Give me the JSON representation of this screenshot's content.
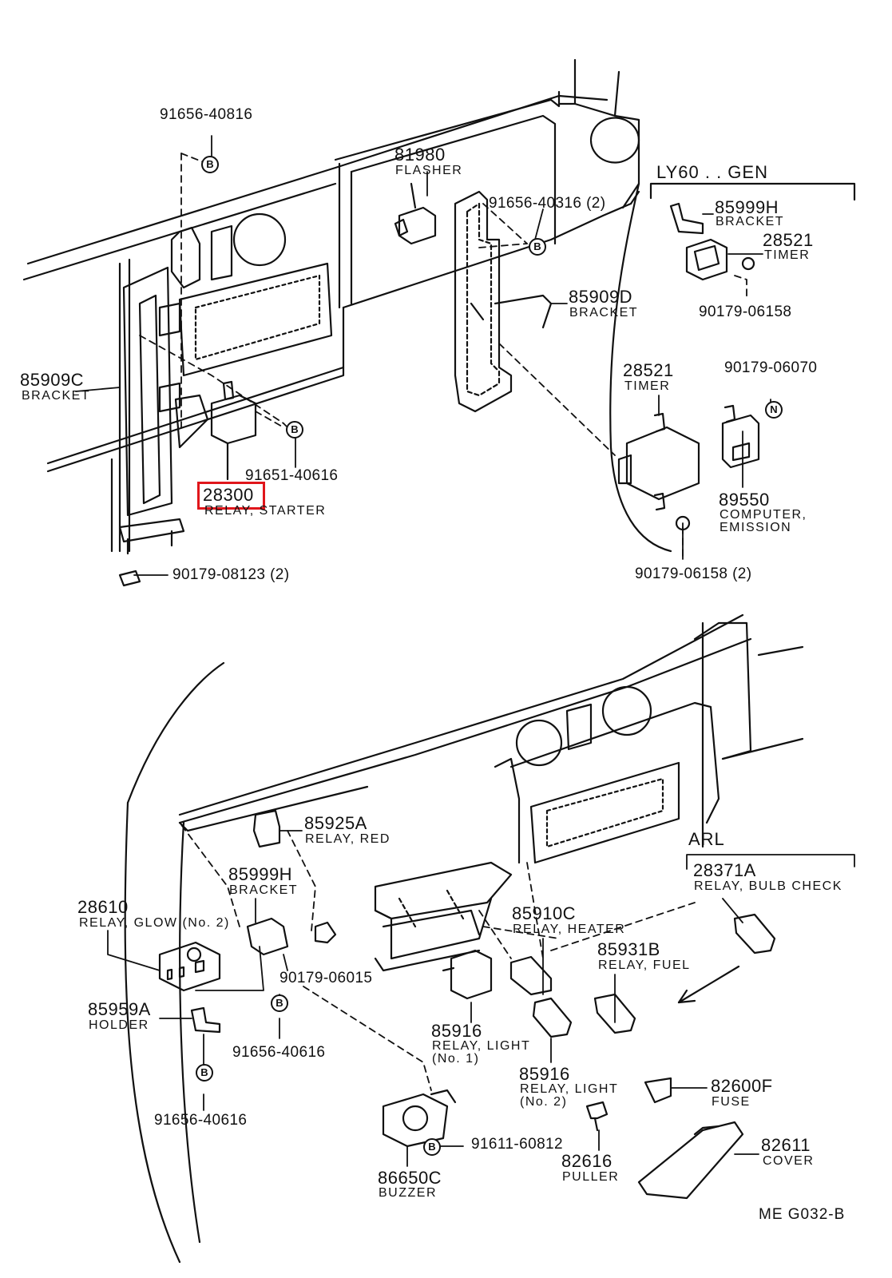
{
  "diagram": {
    "code": "ME  G032-B",
    "sections": {
      "ly60": "LY60 . . GEN",
      "arl": "ARL"
    },
    "circle_letters": {
      "b": "B",
      "n": "N"
    },
    "highlight_color": "#e0161b",
    "parts": [
      {
        "id": "p91656_40816",
        "number": "91656-40816",
        "name": ""
      },
      {
        "id": "p81980",
        "number": "81980",
        "name": "FLASHER"
      },
      {
        "id": "p91656_40316",
        "number": "91656-40316 (2)",
        "name": ""
      },
      {
        "id": "p85999h_a",
        "number": "85999H",
        "name": "BRACKET"
      },
      {
        "id": "p28521_a",
        "number": "28521",
        "name": "TIMER"
      },
      {
        "id": "p90179_06158_a",
        "number": "90179-06158",
        "name": ""
      },
      {
        "id": "p85909d",
        "number": "85909D",
        "name": "BRACKET"
      },
      {
        "id": "p85909c",
        "number": "85909C",
        "name": "BRACKET"
      },
      {
        "id": "p28521_b",
        "number": "28521",
        "name": "TIMER"
      },
      {
        "id": "p90179_06070",
        "number": "90179-06070",
        "name": ""
      },
      {
        "id": "p91651_40616",
        "number": "91651-40616",
        "name": ""
      },
      {
        "id": "p28300",
        "number": "28300",
        "name": "RELAY, STARTER"
      },
      {
        "id": "p89550",
        "number": "89550",
        "name": "COMPUTER,",
        "name2": "EMISSION"
      },
      {
        "id": "p90179_08123",
        "number": "90179-08123 (2)",
        "name": ""
      },
      {
        "id": "p90179_06158_b",
        "number": "90179-06158 (2)",
        "name": ""
      },
      {
        "id": "p85925a",
        "number": "85925A",
        "name": "RELAY, RED"
      },
      {
        "id": "p85999h_b",
        "number": "85999H",
        "name": "BRACKET"
      },
      {
        "id": "p28371a",
        "number": "28371A",
        "name": "RELAY, BULB CHECK"
      },
      {
        "id": "p28610",
        "number": "28610",
        "name": "RELAY, GLOW (No. 2)"
      },
      {
        "id": "p85910c",
        "number": "85910C",
        "name": "RELAY, HEATER"
      },
      {
        "id": "p90179_06015",
        "number": "90179-06015",
        "name": ""
      },
      {
        "id": "p85931b",
        "number": "85931B",
        "name": "RELAY, FUEL"
      },
      {
        "id": "p85959a",
        "number": "85959A",
        "name": "HOLDER"
      },
      {
        "id": "p91656_40616_a",
        "number": "91656-40616",
        "name": ""
      },
      {
        "id": "p85916_a",
        "number": "85916",
        "name": "RELAY, LIGHT",
        "name2": "(No. 1)"
      },
      {
        "id": "p85916_b",
        "number": "85916",
        "name": "RELAY, LIGHT",
        "name2": "(No. 2)"
      },
      {
        "id": "p82600f",
        "number": "82600F",
        "name": "FUSE"
      },
      {
        "id": "p91656_40616_b",
        "number": "91656-40616",
        "name": ""
      },
      {
        "id": "p91611_60812",
        "number": "91611-60812",
        "name": ""
      },
      {
        "id": "p82611",
        "number": "82611",
        "name": "COVER"
      },
      {
        "id": "p82616",
        "number": "82616",
        "name": "PULLER"
      },
      {
        "id": "p86650c",
        "number": "86650C",
        "name": "BUZZER"
      }
    ]
  }
}
